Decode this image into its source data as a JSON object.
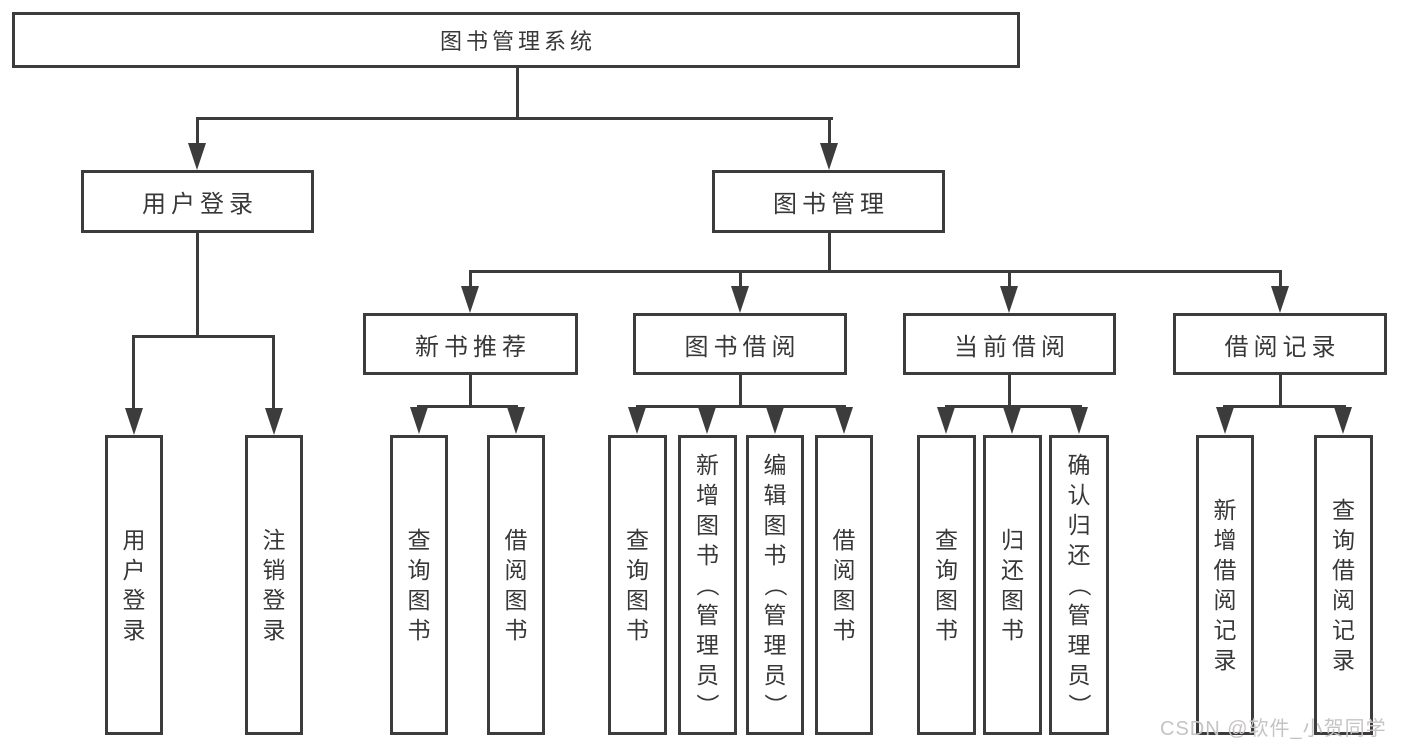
{
  "diagram": {
    "tree": {
      "label": "图书管理系统",
      "children": [
        {
          "label": "用户登录",
          "children": [
            {
              "label": "用户登录"
            },
            {
              "label": "注销登录"
            }
          ]
        },
        {
          "label": "图书管理",
          "children": [
            {
              "label": "新书推荐",
              "children": [
                {
                  "label": "查询图书"
                },
                {
                  "label": "借阅图书"
                }
              ]
            },
            {
              "label": "图书借阅",
              "children": [
                {
                  "label": "查询图书"
                },
                {
                  "label": "新增图书（管理员）"
                },
                {
                  "label": "编辑图书（管理员）"
                },
                {
                  "label": "借阅图书"
                }
              ]
            },
            {
              "label": "当前借阅",
              "children": [
                {
                  "label": "查询图书"
                },
                {
                  "label": "归还图书"
                },
                {
                  "label": "确认归还（管理员）"
                }
              ]
            },
            {
              "label": "借阅记录",
              "children": [
                {
                  "label": "新增借阅记录"
                },
                {
                  "label": "查询借阅记录"
                }
              ]
            }
          ]
        }
      ]
    },
    "watermark": "CSDN @软件_小贺同学",
    "colors": {
      "line": "#3c3c3c",
      "text": "#383838",
      "background": "#ffffff",
      "watermark": "#c6c3c3"
    }
  }
}
